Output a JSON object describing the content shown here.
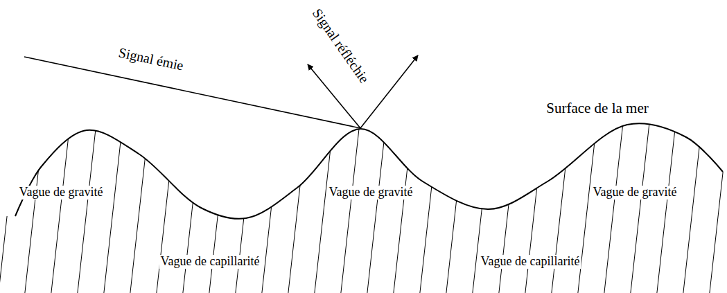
{
  "diagram": {
    "labels": [
      "Signal émie",
      "Signal réfléchie",
      "Surface de la mer",
      "Vague de gravité",
      "Vague de gravité",
      "Vague de gravité",
      "Vague de capillarité",
      "Vague de capillarité"
    ]
  }
}
